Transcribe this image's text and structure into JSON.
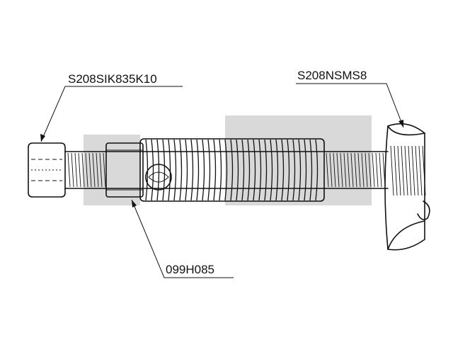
{
  "labels": {
    "screw": "S208SIK835K10",
    "nut": "S208NSMS8",
    "sleeve": "099H085"
  },
  "colors": {
    "line": "#111111",
    "watermark": "#d9d9d9",
    "background": "#ffffff"
  }
}
